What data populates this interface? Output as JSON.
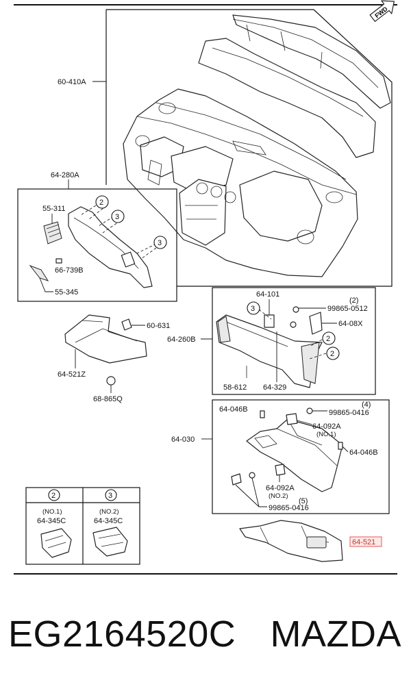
{
  "fwd_label": "FWD",
  "labels": {
    "dash_panel": "60-410A",
    "bracket_asm": "64-280A",
    "vent": "55-311",
    "clip_a": "66-739B",
    "clip_b": "55-345",
    "clip_c": "60-631",
    "undercover_lhd": "64-521Z",
    "grommet": "68-865Q",
    "lower_panel": "64-260B",
    "lower_part_a": "64-101",
    "screw_a": "99865-0512",
    "screw_a_qty": "(2)",
    "lower_clip": "64-08X",
    "screw_b": "58-612",
    "lower_part_b": "64-329",
    "glove_box": "64-030",
    "damper_a": "64-046B",
    "screw_c": "99865-0416",
    "screw_c_qty": "(4)",
    "striker_a": "64-092A",
    "striker_a_note": "(NO.1)",
    "damper_b": "64-046B",
    "striker_b": "64-092A",
    "striker_b_note": "(NO.2)",
    "screw_d_qty": "(5)",
    "screw_d": "99865-0416",
    "highlighted_part": "64-521"
  },
  "callouts": {
    "two": "2",
    "three": "3"
  },
  "legend": {
    "cell1_number": "2",
    "cell1_note": "(NO.1)",
    "cell1_part": "64-345C",
    "cell2_number": "3",
    "cell2_note": "(NO.2)",
    "cell2_part": "64-345C"
  },
  "footer": {
    "part_number": "EG2164520C",
    "brand": "MAZDA"
  },
  "colors": {
    "highlight_fill": "#fde8e8",
    "highlight_stroke": "#e05a5a"
  }
}
